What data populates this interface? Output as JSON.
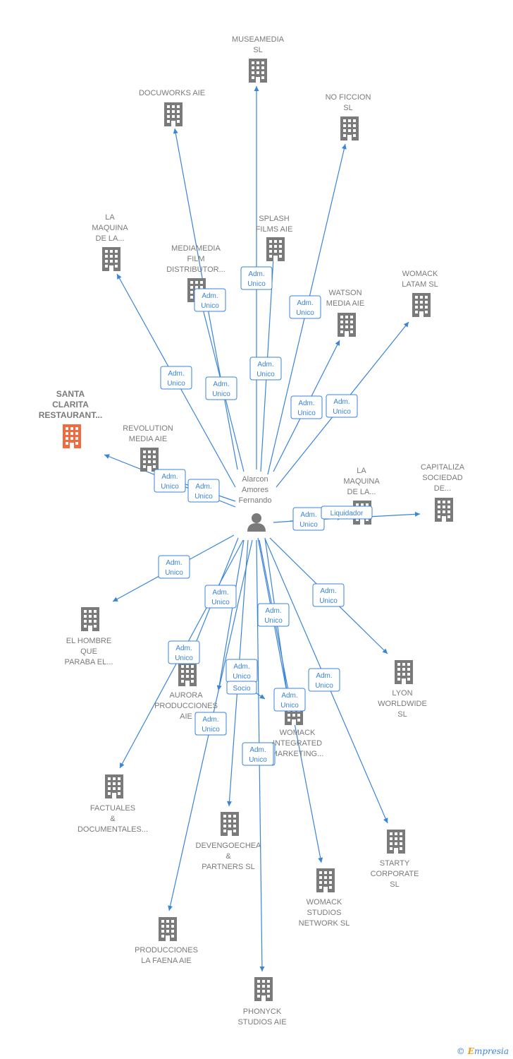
{
  "center": {
    "label_lines": [
      "Alarcon",
      "Amores",
      "Fernando"
    ],
    "icon": "person-icon",
    "color": "#7a7a7a"
  },
  "colors": {
    "edge": "#3a84d8",
    "building": "#7a7a7a",
    "building_highlight": "#f26a3e",
    "label": "#7a7a7a"
  },
  "nodes": [
    {
      "id": "museamedia",
      "label_lines": [
        "MUSEAMEDIA",
        "SL"
      ],
      "relations": [
        "Adm.\nUnico"
      ]
    },
    {
      "id": "docuworks",
      "label_lines": [
        "DOCUWORKS AIE"
      ],
      "relations": [
        "Adm.\nUnico"
      ]
    },
    {
      "id": "noficcion",
      "label_lines": [
        "NO FICCION",
        "SL"
      ],
      "relations": [
        "Adm.\nUnico"
      ]
    },
    {
      "id": "lamaquina1",
      "label_lines": [
        "LA",
        "MAQUINA",
        "DE LA..."
      ],
      "relations": [
        "Adm.\nUnico"
      ]
    },
    {
      "id": "splash",
      "label_lines": [
        "SPLASH",
        "FILMS  AIE"
      ],
      "relations": [
        "Adm.\nUnico"
      ]
    },
    {
      "id": "mediamedia",
      "label_lines": [
        "MEDIAMEDIA",
        "FILM",
        "DISTRIBUTOR..."
      ],
      "relations": [
        "Adm.\nUnico"
      ]
    },
    {
      "id": "watson",
      "label_lines": [
        "WATSON",
        "MEDIA  AIE"
      ],
      "relations": [
        "Adm.\nUnico"
      ]
    },
    {
      "id": "womacklatam",
      "label_lines": [
        "WOMACK",
        "LATAM  SL"
      ],
      "relations": [
        "Adm.\nUnico"
      ]
    },
    {
      "id": "santaclarita",
      "label_lines": [
        "SANTA",
        "CLARITA",
        "RESTAURANT..."
      ],
      "highlight": true,
      "relations": [
        "Adm.\nUnico"
      ]
    },
    {
      "id": "revolution",
      "label_lines": [
        "REVOLUTION",
        "MEDIA  AIE"
      ],
      "relations": [
        "Adm.\nUnico"
      ]
    },
    {
      "id": "lamaquina2",
      "label_lines": [
        "LA",
        "MAQUINA",
        "DE LA..."
      ],
      "relations": [
        "Adm.\nUnico"
      ]
    },
    {
      "id": "capitaliza",
      "label_lines": [
        "CAPITALIZA",
        "SOCIEDAD",
        "DE..."
      ],
      "relations": [
        "Liquidador"
      ]
    },
    {
      "id": "elhombre",
      "label_lines": [
        "EL HOMBRE",
        "QUE",
        "PARABA EL..."
      ],
      "relations": [
        "Adm.\nUnico"
      ]
    },
    {
      "id": "aurora",
      "label_lines": [
        "AURORA",
        "PRODUCCIONES",
        "AIE"
      ],
      "relations": [
        "Adm.\nUnico",
        "Adm.\nUnico"
      ]
    },
    {
      "id": "lyon",
      "label_lines": [
        "LYON",
        "WORLDWIDE",
        "SL"
      ],
      "relations": [
        "Adm.\nUnico"
      ]
    },
    {
      "id": "womackintegrated",
      "label_lines": [
        "WOMACK",
        "INTEGRATED",
        "MARKETING..."
      ],
      "relations": [
        "Adm.\nUnico",
        "Adm.\nUnico"
      ]
    },
    {
      "id": "factuales",
      "label_lines": [
        "FACTUALES",
        "&",
        "DOCUMENTALES..."
      ],
      "relations": [
        "Adm.\nUnico"
      ]
    },
    {
      "id": "devengoechea",
      "label_lines": [
        "DEVENGOECHEA",
        "&",
        "PARTNERS  SL"
      ],
      "relations": [
        "Adm.\nUnico",
        "Socio"
      ]
    },
    {
      "id": "starty",
      "label_lines": [
        "STARTY",
        "CORPORATE",
        "SL"
      ],
      "relations": [
        "Adm.\nUnico"
      ]
    },
    {
      "id": "womackstudios",
      "label_lines": [
        "WOMACK",
        "STUDIOS",
        "NETWORK  SL"
      ],
      "relations": [
        "Adm.\nUnico"
      ]
    },
    {
      "id": "lafaena",
      "label_lines": [
        "PRODUCCIONES",
        "LA FAENA AIE"
      ],
      "relations": [
        "Adm.\nUnico"
      ]
    },
    {
      "id": "phonyck",
      "label_lines": [
        "PHONYCK",
        "STUDIOS AIE"
      ],
      "relations": [
        "Adm.\nUnico"
      ]
    }
  ],
  "footer": {
    "copyright": "©",
    "brand_initial": "E",
    "brand_rest": "mpresia"
  }
}
